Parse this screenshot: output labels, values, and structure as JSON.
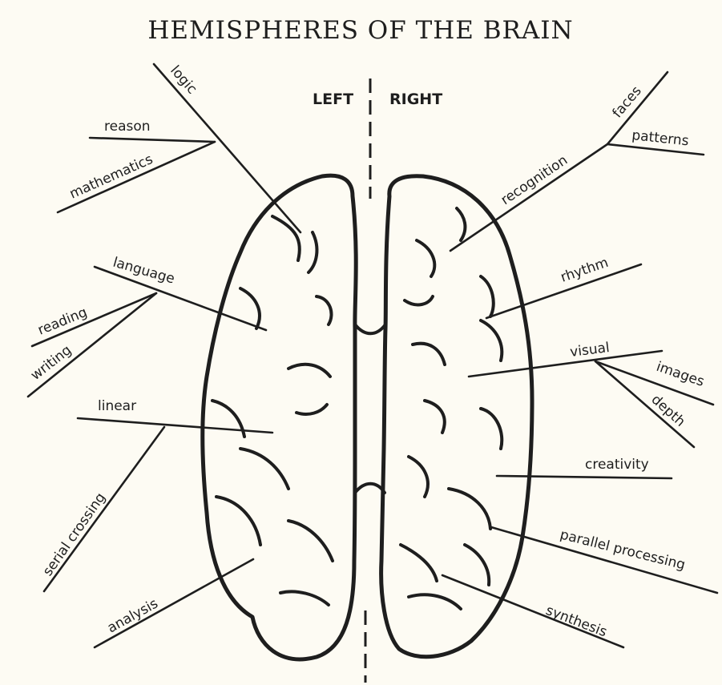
{
  "title": "HEMISPHERES OF THE BRAIN",
  "sides": {
    "left": "LEFT",
    "right": "RIGHT"
  },
  "labels": {
    "logic": "logic",
    "reason": "reason",
    "mathematics": "mathematics",
    "language": "language",
    "reading": "reading",
    "writing": "writing",
    "linear": "linear",
    "serial_crossing": "serial crossing",
    "analysis": "analysis",
    "faces": "faces",
    "patterns": "patterns",
    "recognition": "recognition",
    "rhythm": "rhythm",
    "visual": "visual",
    "images": "images",
    "depth": "depth",
    "creativity": "creativity",
    "parallel_processing": "parallel processing",
    "synthesis": "synthesis"
  },
  "colors": {
    "ink": "#1e1e1e",
    "paper": "#fdfbf3"
  }
}
